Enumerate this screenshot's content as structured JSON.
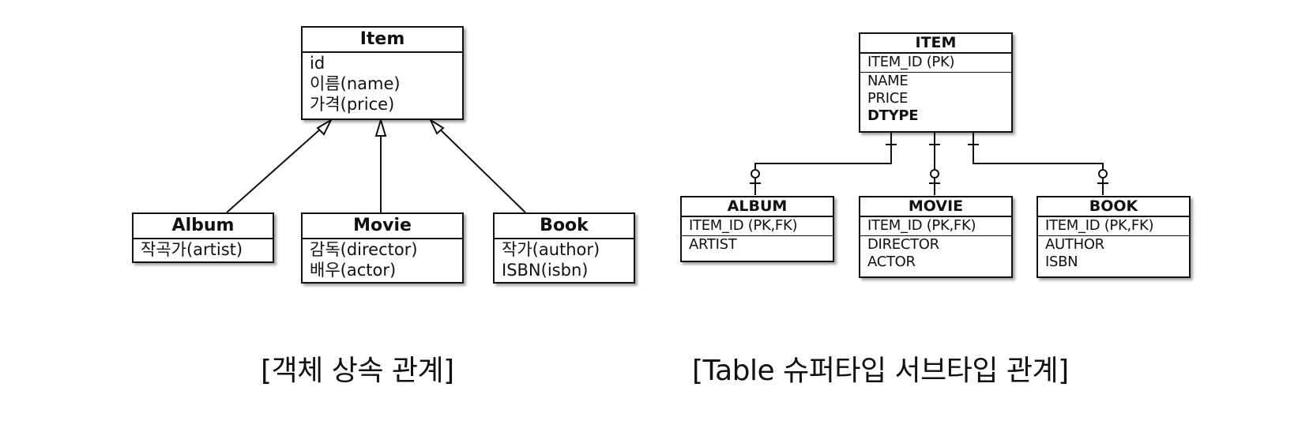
{
  "object_inheritance": {
    "parent": {
      "name": "Item",
      "fields": [
        "id",
        "이름(name)",
        "가격(price)"
      ]
    },
    "children": [
      {
        "name": "Album",
        "fields": [
          "작곡가(artist)"
        ]
      },
      {
        "name": "Movie",
        "fields": [
          "감독(director)",
          "배우(actor)"
        ]
      },
      {
        "name": "Book",
        "fields": [
          "작가(author)",
          "ISBN(isbn)"
        ]
      }
    ],
    "caption": "[객체 상속 관계]"
  },
  "table_model": {
    "supertype": {
      "name": "ITEM",
      "keys": [
        "ITEM_ID (PK)"
      ],
      "columns": [
        "NAME",
        "PRICE",
        "DTYPE"
      ]
    },
    "subtypes": [
      {
        "name": "ALBUM",
        "keys": [
          "ITEM_ID (PK,FK)"
        ],
        "columns": [
          "ARTIST"
        ]
      },
      {
        "name": "MOVIE",
        "keys": [
          "ITEM_ID (PK,FK)"
        ],
        "columns": [
          "DIRECTOR",
          "ACTOR"
        ]
      },
      {
        "name": "BOOK",
        "keys": [
          "ITEM_ID (PK,FK)"
        ],
        "columns": [
          "AUTHOR",
          "ISBN"
        ]
      }
    ],
    "caption": "[Table 슈퍼타입 서브타입 관계]"
  }
}
